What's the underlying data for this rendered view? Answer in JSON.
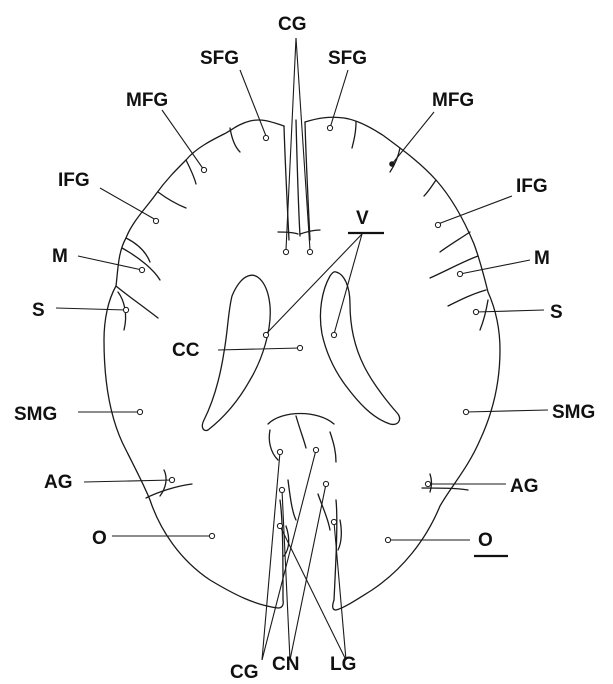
{
  "labels": {
    "cg_top": "CG",
    "sfg_left": "SFG",
    "sfg_right": "SFG",
    "mfg_left": "MFG",
    "mfg_right": "MFG",
    "ifg_left": "IFG",
    "ifg_right": "IFG",
    "v": "V",
    "m_left": "M",
    "m_right": "M",
    "s_left": "S",
    "s_right": "S",
    "cc": "CC",
    "smg_left": "SMG",
    "smg_right": "SMG",
    "ag_left": "AG",
    "ag_right": "AG",
    "o_left": "O",
    "o_right": "O",
    "cg_bottom": "CG",
    "cn": "CN",
    "lg": "LG"
  }
}
